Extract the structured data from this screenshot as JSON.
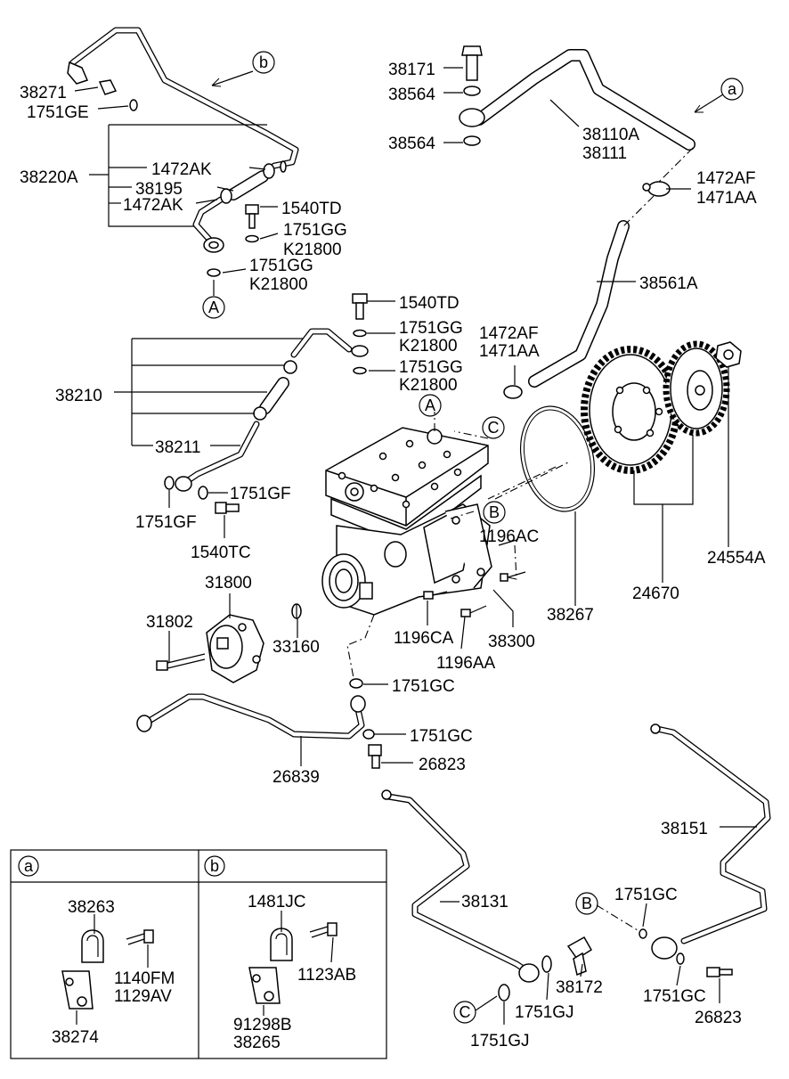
{
  "callouts": {
    "p38271": "38271",
    "p1751GE": "1751GE",
    "p38220A": "38220A",
    "p1472AK_1": "1472AK",
    "p38195": "38195",
    "p1472AK_2": "1472AK",
    "p1540TD_1": "1540TD",
    "p1751GG_1": "1751GG",
    "pK21800_1": "K21800",
    "p1751GG_2": "1751GG",
    "pK21800_2": "K21800",
    "p38171": "38171",
    "p38564_1": "38564",
    "p38564_2": "38564",
    "p38110A": "38110A",
    "p38111": "38111",
    "p1472AF_1": "1472AF",
    "p1471AA_1": "1471AA",
    "p38561A": "38561A",
    "p1540TD_2": "1540TD",
    "p1751GG_3": "1751GG",
    "pK21800_3": "K21800",
    "p1751GG_4": "1751GG",
    "pK21800_4": "K21800",
    "p1472AF_2": "1472AF",
    "p1471AA_2": "1471AA",
    "p38210": "38210",
    "p38211": "38211",
    "p1751GF_1": "1751GF",
    "p1751GF_2": "1751GF",
    "p1540TC": "1540TC",
    "p1196AC": "1196AC",
    "p24554A": "24554A",
    "p24670": "24670",
    "p38267": "38267",
    "p31800": "31800",
    "p31802": "31802",
    "p33160": "33160",
    "p1196CA": "1196CA",
    "p38300": "38300",
    "p1196AA": "1196AA",
    "p1751GC_1": "1751GC",
    "p1751GC_2": "1751GC",
    "p26823_1": "26823",
    "p26839": "26839",
    "p38151": "38151",
    "p38131": "38131",
    "p1751GC_3": "1751GC",
    "p38172": "38172",
    "p1751GC_4": "1751GC",
    "p26823_2": "26823",
    "p1751GJ_1": "1751GJ",
    "p1751GJ_2": "1751GJ"
  },
  "reference_markers": {
    "a_top": "a",
    "b_top": "b",
    "A_upper": "A",
    "A_pump": "A",
    "B_pump": "B",
    "C_pump": "C",
    "B_lower": "B",
    "C_lower": "C"
  },
  "detail_table": {
    "col_a_header": "a",
    "col_b_header": "b",
    "a_38263": "38263",
    "a_1140FM": "1140FM",
    "a_1129AV": "1129AV",
    "a_38274": "38274",
    "b_1481JC": "1481JC",
    "b_1123AB": "1123AB",
    "b_91298B": "91298B",
    "b_38265": "38265"
  },
  "icons": [
    "clamp-icon",
    "bolt-icon",
    "o-ring-icon",
    "gear-icon",
    "pipe-icon",
    "hose-icon",
    "air-compressor-icon",
    "coupling-icon",
    "banjo-fitting-icon"
  ]
}
